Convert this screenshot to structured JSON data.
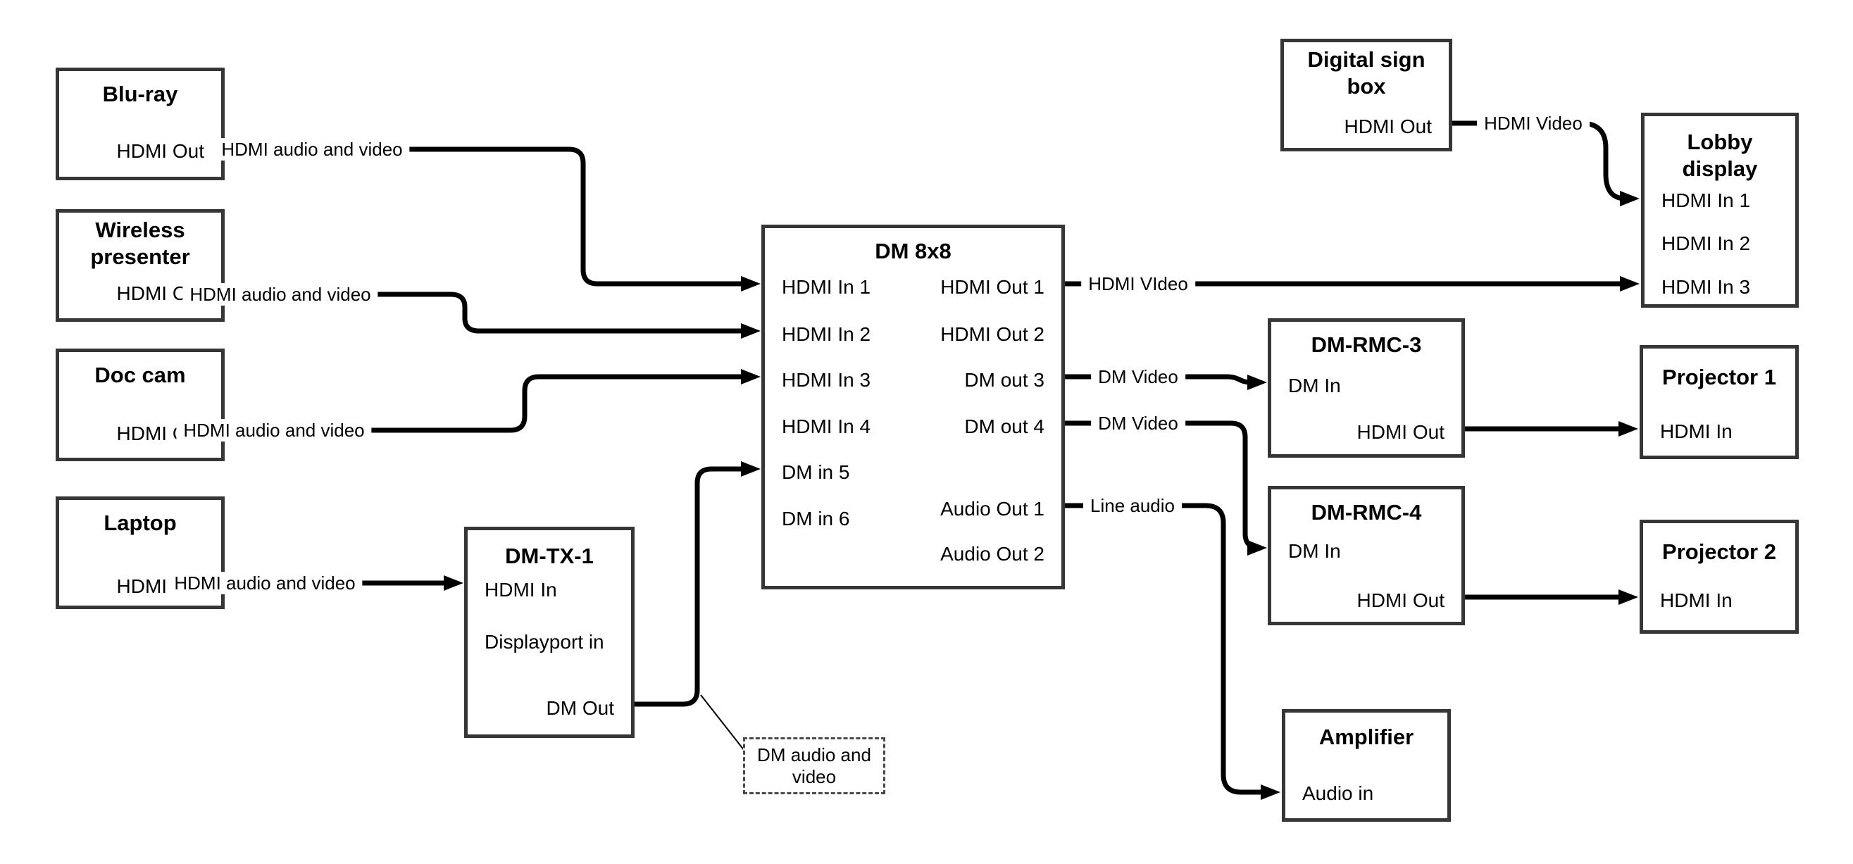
{
  "colors": {
    "background": "#ffffff",
    "line": "#000000",
    "box_border": "#363636",
    "text": "#000000"
  },
  "nodes": {
    "bluray": {
      "title": "Blu-ray",
      "ports": [
        "HDMI Out"
      ]
    },
    "wireless": {
      "title": "Wireless\npresenter",
      "ports": [
        "HDMI Out"
      ]
    },
    "doccam": {
      "title": "Doc cam",
      "ports": [
        "HDMI Out"
      ]
    },
    "laptop": {
      "title": "Laptop",
      "ports": [
        "HDMI Out"
      ]
    },
    "dmtx1": {
      "title": "DM-TX-1",
      "ports": [
        "HDMI In",
        "Displayport in",
        "DM Out"
      ]
    },
    "dm8x8": {
      "title": "DM 8x8",
      "ports_left": [
        "HDMI In 1",
        "HDMI In 2",
        "HDMI In 3",
        "HDMI In 4",
        "DM in 5",
        "DM in 6"
      ],
      "ports_right": [
        "HDMI Out 1",
        "HDMI Out 2",
        "DM out 3",
        "DM out 4",
        "Audio Out 1",
        "Audio Out 2"
      ]
    },
    "digitalsign": {
      "title": "Digital sign\nbox",
      "ports": [
        "HDMI Out"
      ]
    },
    "lobby": {
      "title": "Lobby\ndisplay",
      "ports": [
        "HDMI In 1",
        "HDMI In 2",
        "HDMI In 3"
      ]
    },
    "dmrmc3": {
      "title": "DM-RMC-3",
      "ports": [
        "DM In",
        "HDMI Out"
      ]
    },
    "projector1": {
      "title": "Projector 1",
      "ports": [
        "HDMI In"
      ]
    },
    "dmrmc4": {
      "title": "DM-RMC-4",
      "ports": [
        "DM In",
        "HDMI Out"
      ]
    },
    "projector2": {
      "title": "Projector 2",
      "ports": [
        "HDMI In"
      ]
    },
    "amplifier": {
      "title": "Amplifier",
      "ports": [
        "Audio in"
      ]
    }
  },
  "edge_labels": {
    "bluray_dm8x8": "HDMI audio and video",
    "wireless_dm8x8": "HDMI audio and video",
    "doccam_dm8x8": "HDMI audio and video",
    "laptop_dmtx1": "HDMI audio and video",
    "hdmi_out1": "HDMI VIdeo",
    "dm_out3": "DM Video",
    "dm_out4": "DM Video",
    "audio_out1": "Line audio",
    "digitalsign_lobby": "HDMI Video"
  },
  "note": {
    "text": "DM audio and video"
  }
}
